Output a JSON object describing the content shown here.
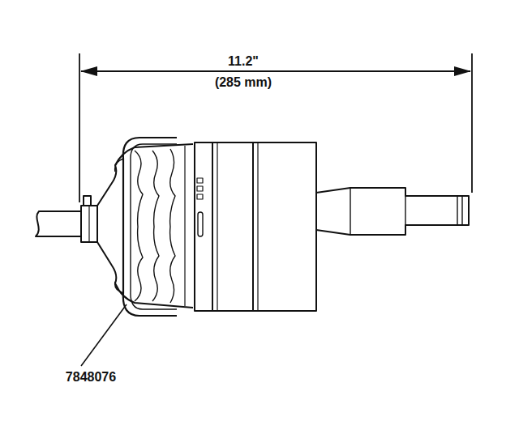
{
  "diagram": {
    "labels": [
      "11.2\"",
      "(285 mm)",
      "7848076"
    ]
  }
}
